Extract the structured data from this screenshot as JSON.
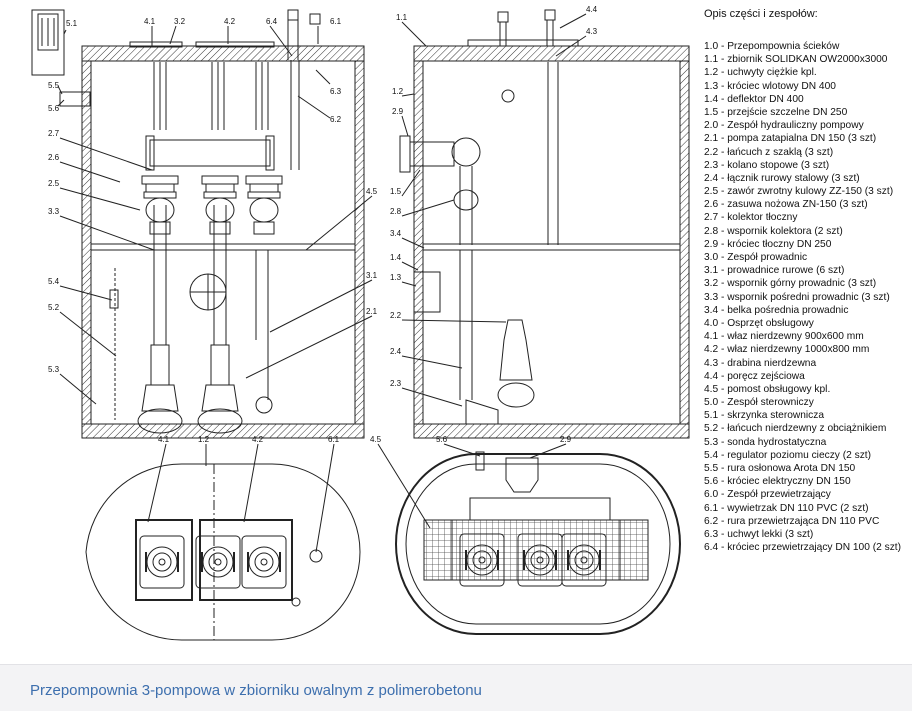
{
  "legend": {
    "title": "Opis części i zespołów:",
    "items": [
      "1.0 - Przepompownia ścieków",
      "1.1 - zbiornik SOLIDKAN OW2000x3000",
      "1.2 - uchwyty ciężkie kpl.",
      "1.3 - króciec wlotowy DN 400",
      "1.4 - deflektor DN 400",
      "1.5 - przejście szczelne DN 250",
      "2.0 - Zespół hydrauliczny pompowy",
      "2.1 - pompa zatapialna DN 150 (3 szt)",
      "2.2 - łańcuch z szaklą (3 szt)",
      "2.3 - kolano stopowe (3 szt)",
      "2.4 - łącznik rurowy stalowy (3 szt)",
      "2.5 - zawór zwrotny kulowy ZZ-150 (3 szt)",
      "2.6 - zasuwa nożowa ZN-150 (3 szt)",
      "2.7 - kolektor tłoczny",
      "2.8 - wspornik kolektora (2 szt)",
      "2.9 - króciec tłoczny DN 250",
      "3.0 - Zespół prowadnic",
      "3.1 - prowadnice rurowe (6 szt)",
      "3.2 - wspornik górny prowadnic (3 szt)",
      "3.3 - wspornik pośredni prowadnic (3 szt)",
      "3.4 - belka pośrednia prowadnic",
      "4.0 - Osprzęt obsługowy",
      "4.1 - właz nierdzewny 900x600 mm",
      "4.2 - właz nierdzewny 1000x800 mm",
      "4.3 - drabina nierdzewna",
      "4.4 - poręcz zejściowa",
      "4.5 - pomost obsługowy kpl.",
      "5.0 - Zespół sterowniczy",
      "5.1 - skrzynka sterownicza",
      "5.2 - łańcuch nierdzewny z obciążnikiem",
      "5.3 - sonda hydrostatyczna",
      "5.4 - regulator poziomu cieczy (2 szt)",
      "5.5 - rura osłonowa Arota DN 150",
      "5.6 - króciec elektryczny DN 150",
      "6.0 - Zespół przewietrzający",
      "6.1 - wywietrzak DN 110 PVC (2 szt)",
      "6.2 - rura przewietrzająca DN 110 PVC",
      "6.3 - uchwyt lekki (3 szt)",
      "6.4 - króciec przewietrzający DN 100 (2 szt)"
    ]
  },
  "caption": "Przepompownia 3-pompowa w zbiorniku owalnym z polimerobetonu",
  "labels": {
    "front": [
      "5.1",
      "4.1",
      "3.2",
      "4.2",
      "6.4",
      "6.1",
      "5.5",
      "6.3",
      "5.6",
      "6.2",
      "2.7",
      "2.6",
      "2.5",
      "4.5",
      "3.3",
      "3.1",
      "5.4",
      "2.1",
      "5.2",
      "5.3"
    ],
    "side": [
      "1.1",
      "4.4",
      "4.3",
      "1.2",
      "2.9",
      "1.5",
      "2.8",
      "3.4",
      "1.4",
      "1.3",
      "2.2",
      "2.4",
      "2.3"
    ],
    "plan_left": [
      "4.1",
      "1.2",
      "4.2",
      "6.1"
    ],
    "plan_right": [
      "4.5",
      "5.6",
      "2.9"
    ]
  },
  "colors": {
    "line": "#222222",
    "caption_text": "#3d6fae",
    "caption_bar": "#f3f3f5"
  }
}
